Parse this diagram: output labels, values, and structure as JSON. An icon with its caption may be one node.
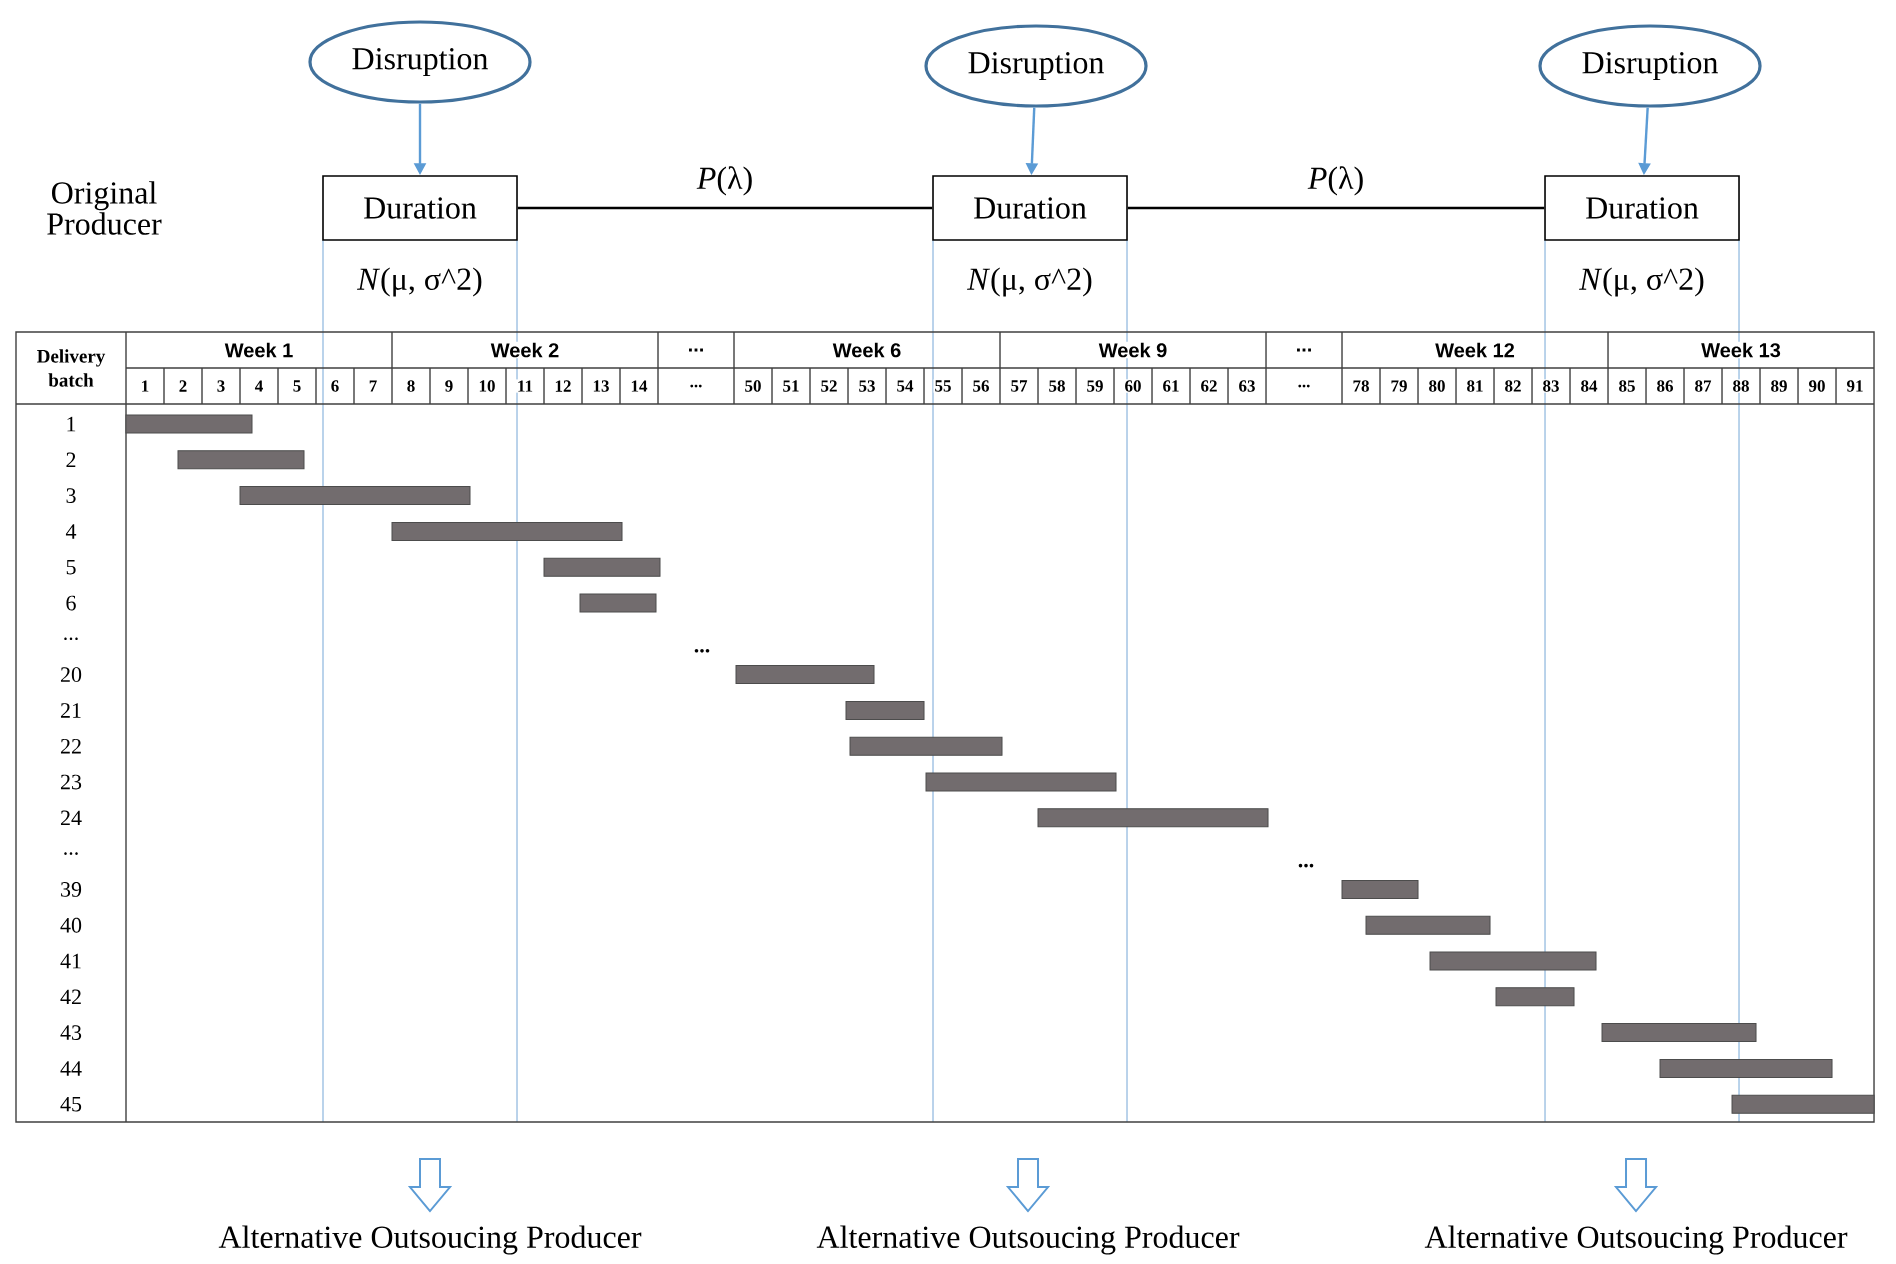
{
  "diagram": {
    "nodes": [
      {
        "text": [
          "Disruption"
        ]
      },
      {
        "text": [
          "Disruption"
        ]
      },
      {
        "text": [
          "Disruption"
        ]
      },
      {
        "text": [
          "Duration"
        ],
        "beside": [
          "*N*(μ, σ^2)"
        ]
      },
      {
        "text": [
          "Duration"
        ],
        "beside": [
          "*N*(μ, σ^2)"
        ]
      },
      {
        "text": [
          "Duration"
        ],
        "beside": [
          "*N*(μ, σ^2)"
        ]
      },
      {
        "text": [
          "Alternative Outsoucing Producer"
        ]
      },
      {
        "text": [
          "Alternative Outsoucing Producer"
        ]
      },
      {
        "text": [
          "Alternative Outsoucing Producer"
        ]
      }
    ],
    "edges": [
      {
        "from": 0,
        "to": 3,
        "arrow": "to"
      },
      {
        "from": 1,
        "to": 4,
        "arrow": "to"
      },
      {
        "from": 2,
        "to": 5,
        "arrow": "to"
      },
      {
        "from": 3,
        "to": 4,
        "arrow": "none",
        "label": "*P*(λ)",
        "color": "#000000"
      },
      {
        "from": 4,
        "to": 5,
        "arrow": "none",
        "label": "*P*(λ)",
        "color": "#000000"
      },
      {
        "from": null,
        "to": 6,
        "arrow": "to"
      },
      {
        "from": null,
        "to": 7,
        "arrow": "to"
      },
      {
        "from": null,
        "to": 8,
        "arrow": "to"
      }
    ],
    "labels": [
      "Original Producer",
      "Delivery batch",
      "Week 1",
      "Week 2",
      "...",
      "Week 6",
      "Week 9",
      "...",
      "Week 12",
      "Week 13",
      "1",
      "2",
      "3",
      "4",
      "5",
      "6",
      "7",
      "8",
      "9",
      "10",
      "11",
      "12",
      "13",
      "14",
      "...",
      "50",
      "51",
      "52",
      "53",
      "54",
      "55",
      "56",
      "57",
      "58",
      "59",
      "60",
      "61",
      "62",
      "63",
      "...",
      "78",
      "79",
      "80",
      "81",
      "82",
      "83",
      "84",
      "85",
      "86",
      "87",
      "88",
      "89",
      "90",
      "91",
      "1",
      "2",
      "3",
      "4",
      "5",
      "6",
      "...",
      "...",
      "20",
      "21",
      "22",
      "23",
      "24",
      "...",
      "...",
      "39",
      "40",
      "41",
      "42",
      "43",
      "44",
      "45"
    ]
  }
}
